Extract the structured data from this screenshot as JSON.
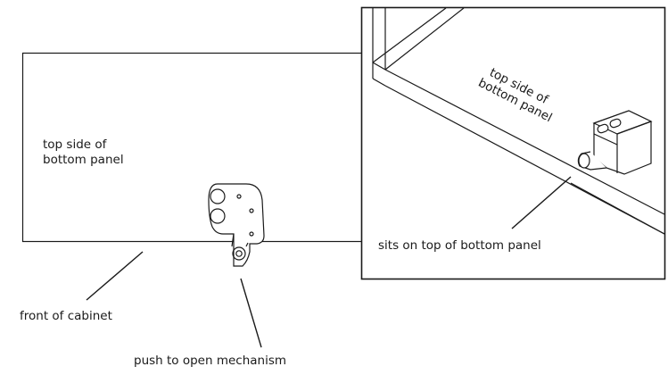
{
  "labels": {
    "panel_top_line1": "top side of",
    "panel_top_line2": "bottom panel",
    "front_of_cabinet": "front of cabinet",
    "push_to_open": "push to open mechanism",
    "inset_panel_line1": "top side of",
    "inset_panel_line2": "bottom panel",
    "sits_on_top": "sits on top of bottom panel"
  },
  "colors": {
    "stroke": "#1a1a1a",
    "background": "#ffffff",
    "catch_fill": "#ffffff"
  }
}
